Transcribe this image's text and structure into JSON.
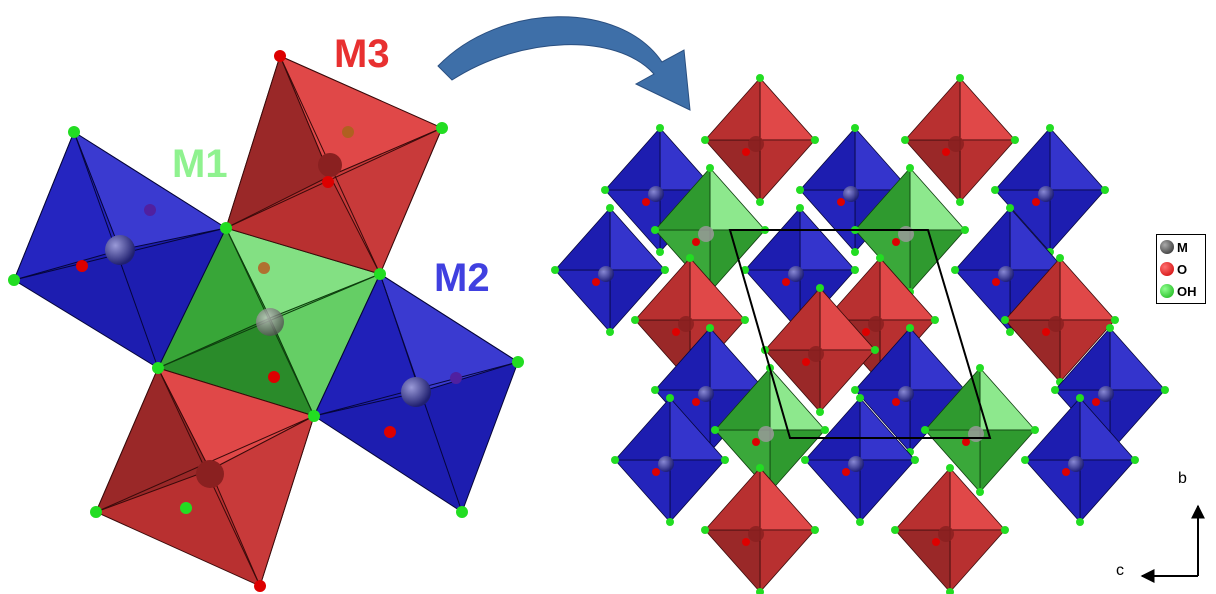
{
  "labels": {
    "m1": {
      "text": "M1",
      "color": "#8ff28f"
    },
    "m2": {
      "text": "M2",
      "color": "#4040e0"
    },
    "m3": {
      "text": "M3",
      "color": "#e83030"
    }
  },
  "legend": [
    {
      "text": "M",
      "color": "#333333",
      "icon": "gray-atom-icon"
    },
    {
      "text": "O",
      "color": "#ee0000",
      "icon": "red-atom-icon"
    },
    {
      "text": "OH",
      "color": "#22dd22",
      "icon": "green-atom-icon"
    }
  ],
  "axes": {
    "b": "b",
    "c": "c"
  },
  "colors": {
    "green_octahedron": "#2f9a2f",
    "blue_octahedron": "#1d1db0",
    "red_octahedron": "#b83030",
    "oxygen": "#dd0000",
    "hydroxyl": "#22dd22",
    "arrow": "#3e6fa8"
  }
}
